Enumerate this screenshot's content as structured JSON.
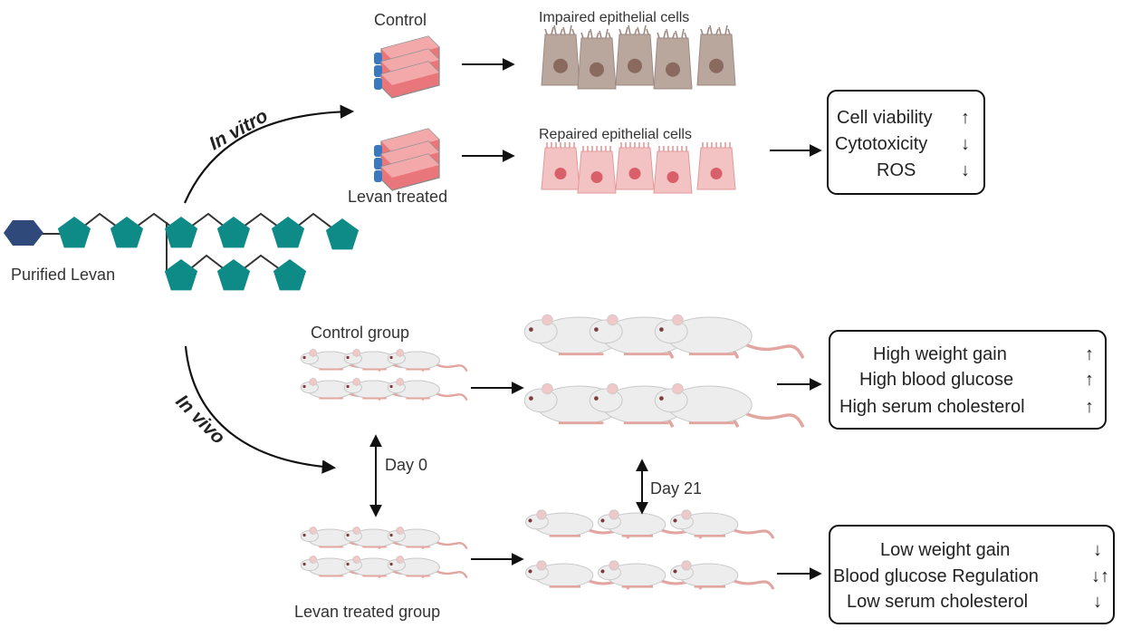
{
  "in_vitro": {
    "branch_label": "In vitro",
    "control_label": "Control",
    "treated_label": "Levan treated",
    "impaired_label": "Impaired epithelial cells",
    "repaired_label": "Repaired epithelial cells",
    "outcomes": [
      {
        "text": "Cell viability",
        "arrow": "↑"
      },
      {
        "text": "Cytotoxicity",
        "arrow": "↓"
      },
      {
        "text": "ROS",
        "arrow": "↓"
      }
    ]
  },
  "molecule": {
    "label": "Purified Levan"
  },
  "in_vivo": {
    "branch_label": "In vivo",
    "control_group_label": "Control group",
    "treated_group_label": "Levan treated group",
    "day_start": "Day 0",
    "day_end": "Day 21",
    "control_outcomes": [
      {
        "text": "High weight gain",
        "arrow": "↑"
      },
      {
        "text": "High blood glucose",
        "arrow": "↑"
      },
      {
        "text": "High serum cholesterol",
        "arrow": "↑"
      }
    ],
    "treated_outcomes": [
      {
        "text": "Low weight gain",
        "arrow": "↓"
      },
      {
        "text": "Blood glucose Regulation",
        "arrow": "↓↑"
      },
      {
        "text": "Low serum cholesterol",
        "arrow": "↓"
      }
    ]
  },
  "colors": {
    "pentagon": "#0e8a87",
    "hexagon": "#2f4a7a",
    "flask_red": "#e8767a",
    "flask_blue": "#3a78c0",
    "impaired_cell": "#b9a79e",
    "impaired_nucleus": "#8a6a5e",
    "repaired_cell": "#f3c3c3",
    "repaired_nucleus": "#d9606a",
    "rat_body": "#ededed",
    "rat_outline": "#c9c9c9",
    "rat_tail": "#e3a59f"
  }
}
